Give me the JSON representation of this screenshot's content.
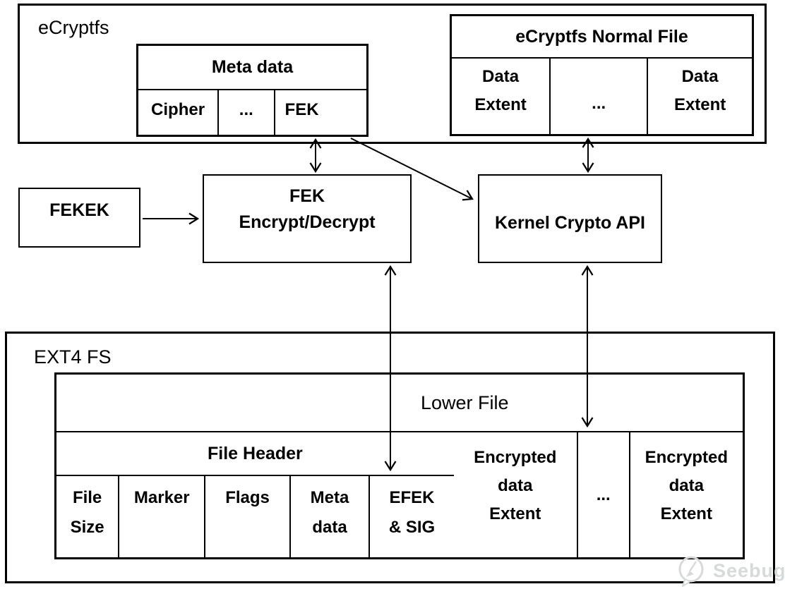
{
  "ecryptfs": {
    "label": "eCryptfs",
    "meta_data": {
      "title": "Meta data",
      "cells": {
        "cipher": "Cipher",
        "dots": "...",
        "fek": "FEK"
      }
    },
    "normal_file": {
      "title": "eCryptfs Normal File",
      "cells": {
        "extent1": "Data\nExtent",
        "dots": "...",
        "extent2": "Data\nExtent"
      }
    }
  },
  "middle": {
    "fekek": "FEKEK",
    "fek_encrypt_decrypt": "FEK\nEncrypt/Decrypt",
    "kernel_crypto_api": "Kernel Crypto API"
  },
  "ext4": {
    "label": "EXT4 FS",
    "lower_file": {
      "title": "Lower File",
      "file_header": {
        "title": "File Header",
        "cells": {
          "file_size": "File\nSize",
          "marker": "Marker",
          "flags": "Flags",
          "meta_data": "Meta\ndata",
          "efek_sig": "EFEK\n& SIG"
        }
      },
      "extents": {
        "extent1": "Encrypted\ndata\nExtent",
        "dots": "...",
        "extent2": "Encrypted\ndata\nExtent"
      }
    }
  },
  "watermark": {
    "text": "Seebug"
  },
  "colors": {
    "line": "#000000",
    "background": "#ffffff",
    "watermark": "#d6dada"
  }
}
